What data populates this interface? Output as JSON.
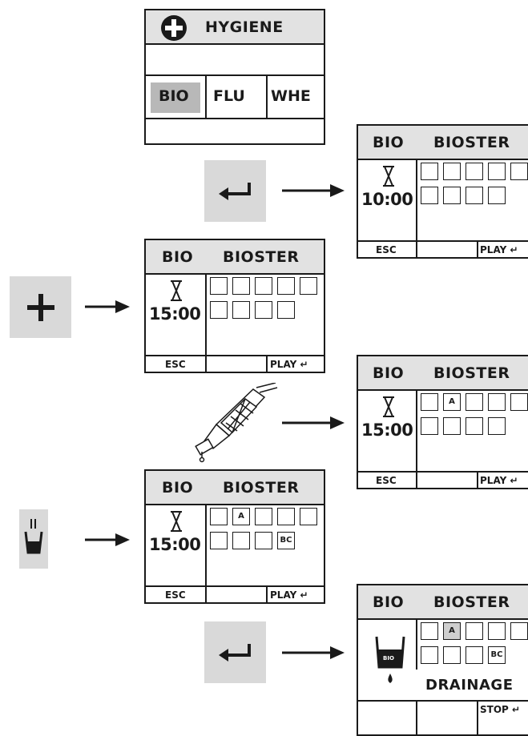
{
  "hygiene_menu": {
    "title": "HYGIENE",
    "options": [
      "BIO",
      "FLU",
      "WHE"
    ],
    "selected": "BIO"
  },
  "screens": {
    "mode": "BIO",
    "program": "BIOSTER",
    "esc": "ESC",
    "play": "PLAY",
    "stop": "STOP",
    "time_default": "15:00",
    "time_set": "10:00",
    "drainage": "DRAINAGE",
    "tank_label": "BIO",
    "cell_a": "A",
    "cell_bc": "BC"
  },
  "keys": {
    "enter": "enter-key",
    "plus": "plus-key",
    "cup": "cup-key"
  }
}
